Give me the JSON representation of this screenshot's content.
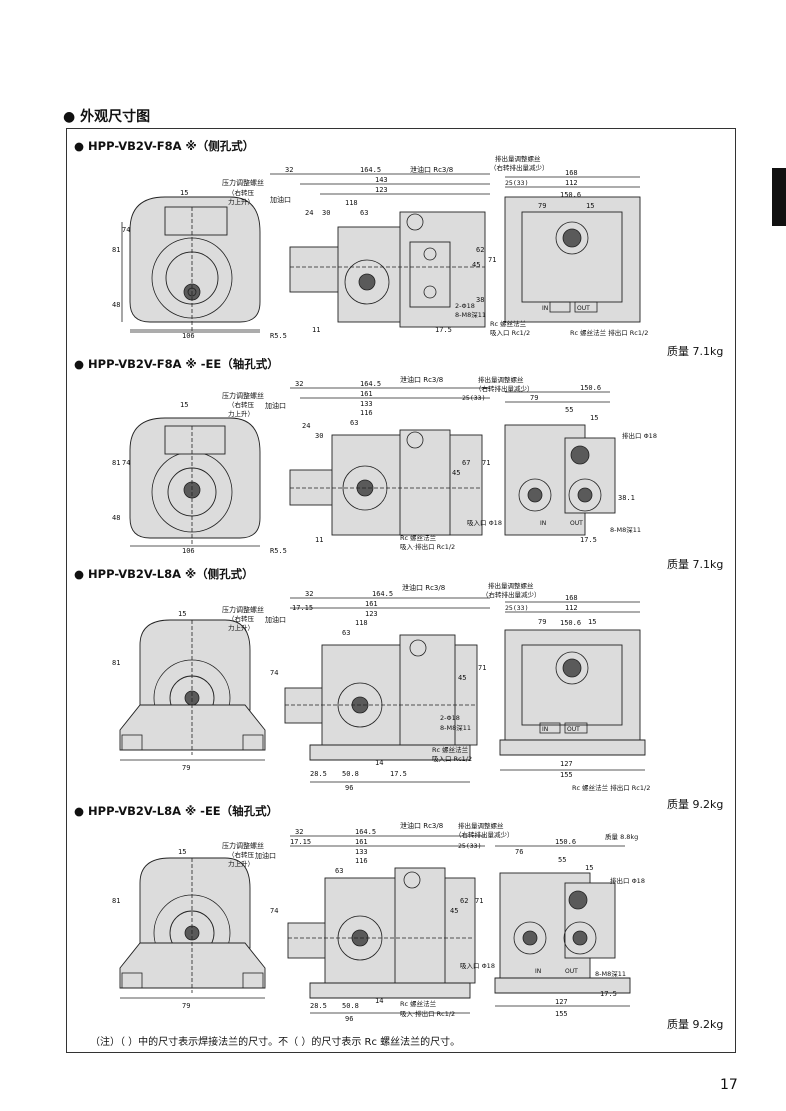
{
  "header": {
    "bullet": "●",
    "title": "外观尺寸图"
  },
  "models": [
    {
      "title": "HPP-VB2V-F8A ※（侧孔式）",
      "mass": "质量 7.1kg",
      "labels": {
        "pressure_adj": "压力调整螺丝",
        "pressure_dir1": "（右转压",
        "pressure_dir2": "力上升）",
        "fill_port": "加油口",
        "drain": "泄油口 Rc3/8",
        "disp_adj": "排出量调整螺丝",
        "disp_dir": "（右转排出量减少）",
        "flange": "Rc 螺丝法兰",
        "suction": "吸入口 Rc1/2",
        "discharge": "Rc 螺丝法兰  排出口 Rc1/2",
        "in": "IN",
        "out": "OUT",
        "bolt": "2-Φ18",
        "m8": "8-M8深11"
      },
      "dims": [
        "32",
        "164.5",
        "143",
        "123",
        "118",
        "63",
        "30",
        "24",
        "15",
        "106",
        "R5.5",
        "11",
        "17.5",
        "48",
        "74",
        "81",
        "45",
        "71",
        "62",
        "38",
        "168",
        "25(33)",
        "112",
        "150.6",
        "79",
        "15"
      ]
    },
    {
      "title": "HPP-VB2V-F8A ※ -EE（轴孔式）",
      "mass": "质量 7.1kg",
      "labels": {
        "pressure_adj": "压力调整螺丝",
        "pressure_dir1": "（右转压",
        "pressure_dir2": "力上升）",
        "fill_port": "加油口",
        "drain": "泄油口 Rc3/8",
        "disp_adj": "排出量调整螺丝",
        "disp_dir": "（右转排出量减少）",
        "flange": "Rc 螺丝法兰",
        "suction": "吸入·排出口 Rc1/2",
        "discharge_port": "排出口 Φ18",
        "suction_port": "吸入口 Φ18",
        "in": "IN",
        "out": "OUT",
        "m8": "8-M8深11"
      },
      "dims": [
        "32",
        "164.5",
        "161",
        "133",
        "116",
        "63",
        "30",
        "24",
        "15",
        "106",
        "R5.5",
        "11",
        "48",
        "74",
        "81",
        "45",
        "67",
        "71",
        "150.6",
        "79",
        "55",
        "15",
        "38.1",
        "17.5",
        "25(33)"
      ]
    },
    {
      "title": "HPP-VB2V-L8A ※（侧孔式）",
      "mass": "质量 9.2kg",
      "labels": {
        "pressure_adj": "压力调整螺丝",
        "pressure_dir1": "（右转压",
        "pressure_dir2": "力上升）",
        "fill_port": "加油口",
        "drain": "泄油口 Rc3/8",
        "disp_adj": "排出量调整螺丝",
        "disp_dir": "（右转排出量减少）",
        "flange": "Rc 螺丝法兰",
        "suction": "吸入口 Rc1/2",
        "discharge": "Rc 螺丝法兰  排出口 Rc1/2",
        "in": "IN",
        "out": "OUT",
        "bolt": "2-Φ18",
        "m8": "8-M8深11"
      },
      "dims": [
        "32",
        "164.5",
        "161",
        "123",
        "118",
        "63",
        "17.15",
        "15",
        "79",
        "81",
        "74",
        "28.5",
        "50.8",
        "17.5",
        "96",
        "14",
        "45",
        "71",
        "168",
        "25(33)",
        "112",
        "150.6",
        "79",
        "15",
        "127",
        "155"
      ]
    },
    {
      "title": "HPP-VB2V-L8A ※ -EE（轴孔式）",
      "mass": "质量 9.2kg",
      "mass_inner": "质量 8.8kg",
      "labels": {
        "pressure_adj": "压力调整螺丝",
        "pressure_dir1": "（右转压",
        "pressure_dir2": "力上升）",
        "fill_port": "加油口",
        "drain": "泄油口 Rc3/8",
        "disp_adj": "排出量调整螺丝",
        "disp_dir": "（右转排出量减少）",
        "flange": "Rc 螺丝法兰",
        "suction": "吸入·排出口 Rc1/2",
        "discharge_port": "排出口 Φ18",
        "suction_port": "吸入口 Φ18",
        "in": "IN",
        "out": "OUT",
        "m8": "8-M8深11"
      },
      "dims": [
        "32",
        "164.5",
        "161",
        "133",
        "116",
        "63",
        "17.15",
        "15",
        "79",
        "81",
        "74",
        "28.5",
        "50.8",
        "14",
        "96",
        "45",
        "62",
        "71",
        "150.6",
        "76",
        "55",
        "15",
        "127",
        "155",
        "17.5",
        "25(33)"
      ]
    }
  ],
  "note": "（注）（  ）中的尺寸表示焊接法兰的尺寸。不（  ）的尺寸表示 Rc 螺丝法兰的尺寸。",
  "page_number": "17"
}
